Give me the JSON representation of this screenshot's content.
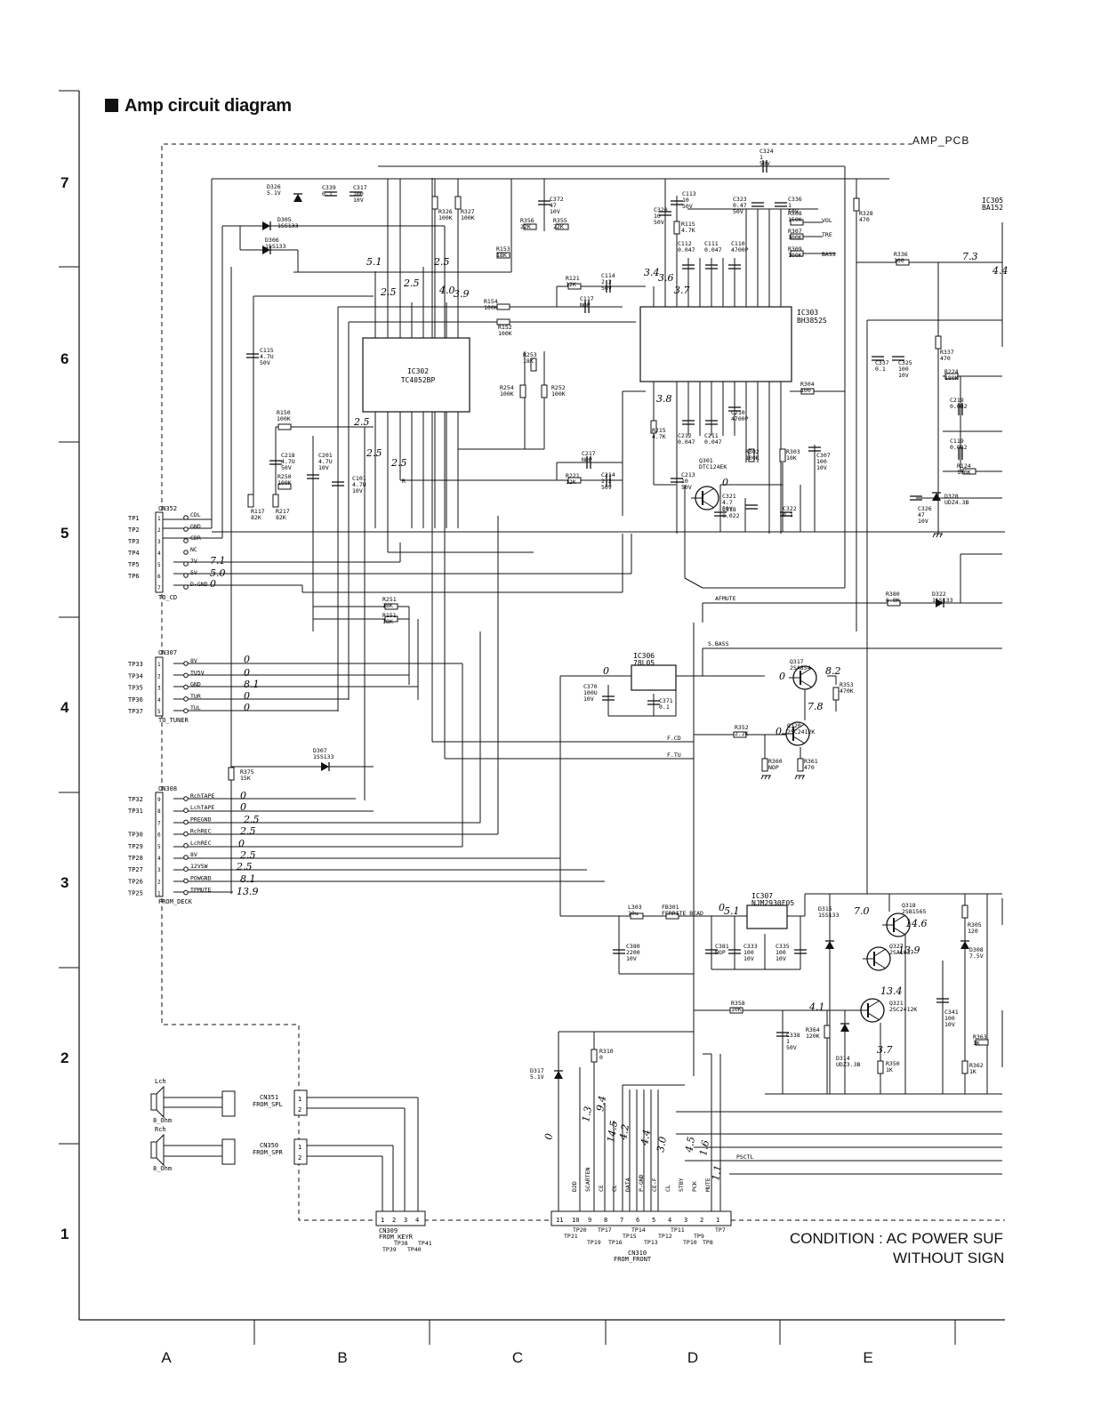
{
  "title": "Amp circuit diagram",
  "pcb_label": "AMP_PCB",
  "condition": {
    "line1": "CONDITION : AC POWER SUF",
    "line2": "WITHOUT SIGN"
  },
  "rows": [
    "7",
    "6",
    "5",
    "4",
    "3",
    "2",
    "1"
  ],
  "columns": [
    "A",
    "B",
    "C",
    "D",
    "E"
  ],
  "ics": [
    {
      "ref": "IC302",
      "part": "TC4052BP"
    },
    {
      "ref": "IC303",
      "part": "BH3852S"
    },
    {
      "ref": "IC306",
      "part": "78L05"
    },
    {
      "ref": "IC307",
      "part": "NJM2930F05"
    },
    {
      "ref": "IC305",
      "part": "BA152"
    }
  ],
  "connectors": {
    "cn352": {
      "ref": "CN352",
      "dest": "TO_CD",
      "pins": [
        {
          "tp": "TP1",
          "n": "1",
          "sig": "CDL"
        },
        {
          "tp": "TP2",
          "n": "2",
          "sig": "GND"
        },
        {
          "tp": "TP3",
          "n": "3",
          "sig": "CDR"
        },
        {
          "tp": "TP4",
          "n": "4",
          "sig": "NC"
        },
        {
          "tp": "TP5",
          "n": "5",
          "sig": "7V"
        },
        {
          "tp": "TP6",
          "n": "6",
          "sig": "5V"
        },
        {
          "tp": "",
          "n": "7",
          "sig": "D-GND"
        }
      ]
    },
    "cn307": {
      "ref": "CN307",
      "dest": "TO_TUNER",
      "pins": [
        {
          "tp": "TP33",
          "n": "1",
          "sig": "8V"
        },
        {
          "tp": "TP34",
          "n": "2",
          "sig": "TU5V"
        },
        {
          "tp": "TP35",
          "n": "3",
          "sig": "GND"
        },
        {
          "tp": "TP36",
          "n": "4",
          "sig": "TUR"
        },
        {
          "tp": "TP37",
          "n": "5",
          "sig": "TUL"
        }
      ]
    },
    "cn308": {
      "ref": "CN308",
      "dest": "FROM_DECK",
      "pins": [
        {
          "tp": "TP32",
          "n": "9",
          "sig": "RchTAPE"
        },
        {
          "tp": "TP31",
          "n": "8",
          "sig": "LchTAPE"
        },
        {
          "tp": "",
          "n": "7",
          "sig": "PREGND"
        },
        {
          "tp": "TP30",
          "n": "6",
          "sig": "RchREC"
        },
        {
          "tp": "TP29",
          "n": "5",
          "sig": "LchREC"
        },
        {
          "tp": "TP28",
          "n": "4",
          "sig": "8V"
        },
        {
          "tp": "TP27",
          "n": "3",
          "sig": "12VSW"
        },
        {
          "tp": "TP26",
          "n": "2",
          "sig": "POWGND"
        },
        {
          "tp": "TP25",
          "n": "1",
          "sig": "TPMUTE"
        }
      ]
    },
    "cn351": {
      "ref": "CN351",
      "dest": "FROM_SPL"
    },
    "cn350": {
      "ref": "CN350",
      "dest": "FROM_SPR"
    },
    "cn309": {
      "ref": "CN309",
      "dest": "FROM_KEYR",
      "pins": [
        "1",
        "2",
        "3",
        "4"
      ],
      "tps": [
        "TP38",
        "TP39",
        "TP40",
        "TP41"
      ]
    },
    "cn310": {
      "ref": "CN310",
      "dest": "FROM_FRONT",
      "pins": [
        "11",
        "10",
        "9",
        "8",
        "7",
        "6",
        "5",
        "4",
        "3",
        "2",
        "1"
      ],
      "tps": [
        "TP21",
        "TP20",
        "TP19",
        "TP17",
        "TP16",
        "TP15",
        "TP14",
        "TP13",
        "TP12",
        "TP11",
        "TP10",
        "TP9",
        "TP8",
        "TP7"
      ],
      "signals": [
        "D2D",
        "SCARTEN",
        "CE",
        "CL",
        "DATA",
        "P-GND",
        "CE-F",
        "CL",
        "STBY",
        "PCK",
        "MUTE"
      ]
    }
  },
  "speakers": [
    {
      "name": "Lch",
      "imp": "8_Ohm"
    },
    {
      "name": "Rch",
      "imp": "8_Ohm"
    }
  ],
  "components": [
    {
      "ref": "D326",
      "val": "5.1V"
    },
    {
      "ref": "C339",
      "val": "0.1"
    },
    {
      "ref": "C317",
      "val": "100",
      "v": "10V"
    },
    {
      "ref": "D305",
      "val": "1SS133"
    },
    {
      "ref": "D306",
      "val": "1SS133"
    },
    {
      "ref": "R326",
      "val": "100K"
    },
    {
      "ref": "R327",
      "val": "100K"
    },
    {
      "ref": "R356",
      "val": "22K"
    },
    {
      "ref": "R355",
      "val": "22K"
    },
    {
      "ref": "C372",
      "val": "47",
      "v": "10V"
    },
    {
      "ref": "R153",
      "val": "18K"
    },
    {
      "ref": "R121",
      "val": "12K"
    },
    {
      "ref": "C114",
      "val": "2.2",
      "v": "50V"
    },
    {
      "ref": "C117",
      "val": "NOP"
    },
    {
      "ref": "R154",
      "val": "100K"
    },
    {
      "ref": "R152",
      "val": "100K"
    },
    {
      "ref": "R253",
      "val": "18K"
    },
    {
      "ref": "R254",
      "val": "100K"
    },
    {
      "ref": "R252",
      "val": "100K"
    },
    {
      "ref": "C115",
      "val": "4.7U",
      "v": "50V"
    },
    {
      "ref": "R150",
      "val": "100K"
    },
    {
      "ref": "C218",
      "val": "4.7U",
      "v": "50V"
    },
    {
      "ref": "R250",
      "val": "100K"
    },
    {
      "ref": "C201",
      "val": "4.7U",
      "v": "10V"
    },
    {
      "ref": "C101",
      "val": "4.7U",
      "v": "10V"
    },
    {
      "ref": "R117",
      "val": "82K"
    },
    {
      "ref": "R217",
      "val": "82K"
    },
    {
      "ref": "C217",
      "val": "NOP"
    },
    {
      "ref": "R221",
      "val": "12K"
    },
    {
      "ref": "C214",
      "val": "2.2",
      "v": "50V"
    },
    {
      "ref": "C324",
      "val": "1",
      "v": "50V"
    },
    {
      "ref": "C113",
      "val": "10",
      "v": "50V"
    },
    {
      "ref": "C320",
      "val": "10",
      "v": "50V"
    },
    {
      "ref": "R115",
      "val": "4.7K"
    },
    {
      "ref": "C323",
      "val": "0.47",
      "v": "50V"
    },
    {
      "ref": "C336",
      "val": "1",
      "v": "50V"
    },
    {
      "ref": "R308",
      "val": "150K"
    },
    {
      "ref": "R307",
      "val": "100K"
    },
    {
      "ref": "R309",
      "val": "100K"
    },
    {
      "ref": "C112",
      "val": "0.047"
    },
    {
      "ref": "C111",
      "val": "0.047"
    },
    {
      "ref": "C110",
      "val": "4700P"
    },
    {
      "ref": "R328",
      "val": "470"
    },
    {
      "ref": "R336",
      "val": "100"
    },
    {
      "ref": "R304",
      "val": "100"
    },
    {
      "ref": "C212",
      "val": "0.047"
    },
    {
      "ref": "C211",
      "val": "0.047"
    },
    {
      "ref": "C210",
      "val": "4700P"
    },
    {
      "ref": "R215",
      "val": "4.7K"
    },
    {
      "ref": "Q301",
      "val": "DTC124EK"
    },
    {
      "ref": "R302",
      "val": "100K"
    },
    {
      "ref": "R303",
      "val": "10K"
    },
    {
      "ref": "C307",
      "val": "100",
      "v": "10V"
    },
    {
      "ref": "C213",
      "val": "10",
      "v": "50V"
    },
    {
      "ref": "C321",
      "val": "4.7",
      "v": "50V"
    },
    {
      "ref": "C318",
      "val": "0.022"
    },
    {
      "ref": "C322",
      "val": "0.1"
    },
    {
      "ref": "C337",
      "val": "0.1"
    },
    {
      "ref": "C325",
      "val": "100",
      "v": "10V"
    },
    {
      "ref": "R337",
      "val": "470"
    },
    {
      "ref": "R224",
      "val": "180K"
    },
    {
      "ref": "C219",
      "val": "0.082"
    },
    {
      "ref": "C119",
      "val": "0.082"
    },
    {
      "ref": "R124",
      "val": "180K"
    },
    {
      "ref": "C326",
      "val": "47",
      "v": "10V"
    },
    {
      "ref": "D328",
      "val": "UDZ4.3B"
    },
    {
      "ref": "R251",
      "val": "18K"
    },
    {
      "ref": "R151",
      "val": "18K"
    },
    {
      "ref": "R380",
      "val": "6.8K"
    },
    {
      "ref": "D322",
      "val": "1SS133"
    },
    {
      "ref": "C370",
      "val": "100U",
      "v": "10V"
    },
    {
      "ref": "C371",
      "val": "0.1"
    },
    {
      "ref": "Q317",
      "val": "2SA854"
    },
    {
      "ref": "R353",
      "val": "470K"
    },
    {
      "ref": "Q320",
      "val": "2SC2412K"
    },
    {
      "ref": "R352",
      "val": "2.2K"
    },
    {
      "ref": "R360",
      "val": "NOP"
    },
    {
      "ref": "R361",
      "val": "470"
    },
    {
      "ref": "D307",
      "val": "1SS133"
    },
    {
      "ref": "R375",
      "val": "15K"
    },
    {
      "ref": "L303",
      "val": "10u"
    },
    {
      "ref": "FB301",
      "val": "FERRITE BEAD"
    },
    {
      "ref": "C380",
      "val": "2200",
      "v": "10V"
    },
    {
      "ref": "C381",
      "val": "NOP"
    },
    {
      "ref": "C333",
      "val": "100",
      "v": "10V"
    },
    {
      "ref": "C335",
      "val": "100",
      "v": "10V"
    },
    {
      "ref": "D315",
      "val": "1SS133"
    },
    {
      "ref": "Q318",
      "val": "2SB1565"
    },
    {
      "ref": "Q327",
      "val": "2SA1037"
    },
    {
      "ref": "R305",
      "val": "120"
    },
    {
      "ref": "D308",
      "val": "7.5V"
    },
    {
      "ref": "R358",
      "val": "10K"
    },
    {
      "ref": "C338",
      "val": "1",
      "v": "50V"
    },
    {
      "ref": "R364",
      "val": "120K"
    },
    {
      "ref": "D314",
      "val": "UDZ3.3B"
    },
    {
      "ref": "Q321",
      "val": "2SC2412K"
    },
    {
      "ref": "R350",
      "val": "1K"
    },
    {
      "ref": "C341",
      "val": "100",
      "v": "10V"
    },
    {
      "ref": "R363",
      "val": "1K"
    },
    {
      "ref": "R362",
      "val": "1K"
    },
    {
      "ref": "R310",
      "val": "0"
    },
    {
      "ref": "D317",
      "val": "5.1V"
    }
  ],
  "nets": [
    "VOL",
    "TRE",
    "BASS",
    "AFMUTE",
    "S.BASS",
    "F.CD",
    "F.TU",
    "PSCTL",
    "R"
  ],
  "voltages": [
    "8.2",
    "7.8",
    "0",
    "0",
    "7.0",
    "14.6",
    "13.9",
    "13.4",
    "4.1",
    "3.7",
    "5.1",
    "0",
    "7.3",
    "4.4",
    "3.4",
    "3.6",
    "3.7",
    "2.5",
    "2.5",
    "2.5",
    "4.0",
    "3.9",
    "5.1",
    "2.5",
    "2.5",
    "2.5",
    "7.1",
    "5.0",
    "0",
    "0",
    "0",
    "8.1",
    "0",
    "0",
    "0",
    "0",
    "2.5",
    "2.5",
    "0",
    "2.5",
    "2.5",
    "8.1",
    "13.9",
    "0",
    "1.3",
    "9.4",
    "14.5",
    "4.2",
    "4.4",
    "3.0",
    "4.5",
    "1.6",
    "1.1",
    "0",
    "0",
    "3.8",
    "3.7"
  ]
}
